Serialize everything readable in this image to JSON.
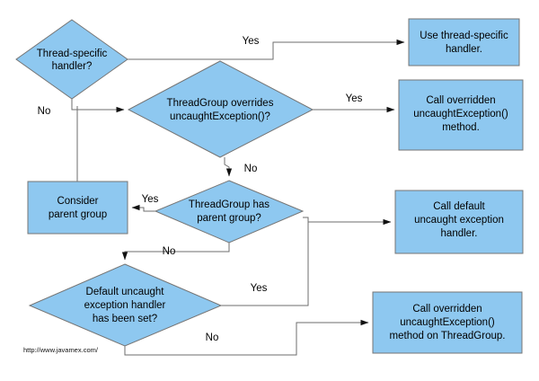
{
  "diagram": {
    "title": "Java uncaught exception handler resolution flowchart",
    "background_color": "#ffffff",
    "shape_fill": "#8ec8f0",
    "shape_stroke": "#757575",
    "connector_color": "#6e6e6e",
    "text_color": "#000000"
  },
  "nodes": {
    "decision_thread_specific": {
      "type": "decision",
      "lines": [
        "Thread-specific",
        "handler?"
      ]
    },
    "decision_threadgroup_overrides": {
      "type": "decision",
      "lines": [
        "ThreadGroup overrides",
        "uncaughtException()?"
      ]
    },
    "decision_threadgroup_parent": {
      "type": "decision",
      "lines": [
        "ThreadGroup has",
        "parent group?"
      ]
    },
    "decision_default_handler_set": {
      "type": "decision",
      "lines": [
        "Default uncaught",
        "exception handler",
        "has been set?"
      ]
    },
    "process_consider_parent": {
      "type": "process",
      "lines": [
        "Consider",
        "parent group"
      ]
    },
    "process_use_thread_handler": {
      "type": "process",
      "lines": [
        "Use thread-specific",
        "handler."
      ]
    },
    "process_call_overridden_method": {
      "type": "process",
      "lines": [
        "Call overridden",
        "uncaughtException()",
        "method."
      ]
    },
    "process_call_default_handler": {
      "type": "process",
      "lines": [
        "Call default",
        "uncaught exception",
        "handler."
      ]
    },
    "process_call_overridden_on_threadgroup": {
      "type": "process",
      "lines": [
        "Call overridden",
        "uncaughtException()",
        "method on ThreadGroup."
      ]
    }
  },
  "edge_labels": {
    "thread_specific_yes": "Yes",
    "thread_specific_no": "No",
    "overrides_yes": "Yes",
    "overrides_no": "No",
    "parent_yes": "Yes",
    "parent_no": "No",
    "default_set_yes": "Yes",
    "default_set_no": "No"
  },
  "watermark": {
    "url": "http://www.javamex.com/"
  }
}
